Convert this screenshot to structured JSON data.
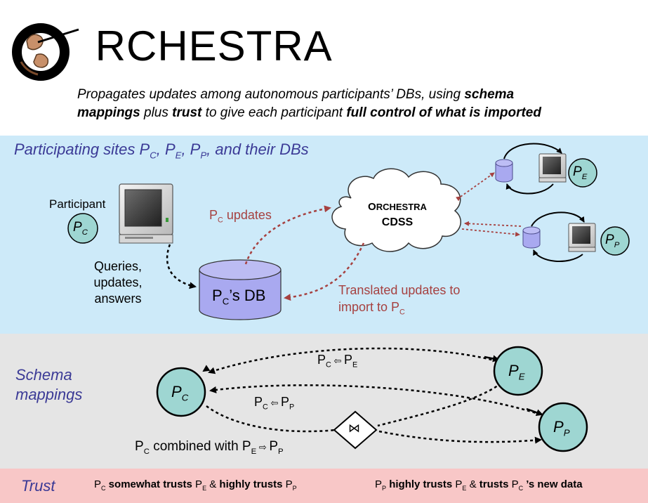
{
  "header": {
    "logo_initial": "O",
    "logo_rest": "RCHESTRA",
    "tagline_line1_a": "Propagates updates among autonomous participants’ DBs, using ",
    "tagline_line1_b": "schema",
    "tagline_line2_a": "mappings",
    "tagline_line2_b": " plus ",
    "tagline_line2_c": "trust",
    "tagline_line2_d": " to give each participant ",
    "tagline_line2_e": "full control of what is imported"
  },
  "sites_section": {
    "heading_a": "Participating sites P",
    "heading_sub_c": "C",
    "heading_b": ", P",
    "heading_sub_e": "E",
    "heading_c": ", P",
    "heading_sub_p": "P",
    "heading_d": ", and their DBs",
    "participant_label": "Participant",
    "pc_node": "P",
    "pc_node_sub": "C",
    "pe_node": "P",
    "pe_node_sub": "E",
    "pp_node": "P",
    "pp_node_sub": "P",
    "queries_line1": "Queries,",
    "queries_line2": "updates,",
    "queries_line3": "answers",
    "db_label_a": "P",
    "db_label_sub": "C",
    "db_label_b": "’s DB",
    "updates_label_a": "P",
    "updates_label_sub": "C",
    "updates_label_b": " updates",
    "cdss_line1_initial": "O",
    "cdss_line1_rest": "RCHESTRA",
    "cdss_line2": "CDSS",
    "translated_line1": "Translated updates to",
    "translated_line2_a": "import to P",
    "translated_line2_sub": "C"
  },
  "schema_section": {
    "heading_line1": "Schema",
    "heading_line2": "mappings",
    "pc_node": "P",
    "pc_node_sub": "C",
    "pe_node": "P",
    "pe_node_sub": "E",
    "pp_node": "P",
    "pp_node_sub": "P",
    "map1_a": "P",
    "map1_sub1": "C",
    "map1_arrow": " ⇦ ",
    "map1_b": "P",
    "map1_sub2": "E",
    "map2_a": "P",
    "map2_sub1": "C",
    "map2_arrow": " ⇦ ",
    "map2_b": "P",
    "map2_sub2": "P",
    "combined_a": "P",
    "combined_sub1": "C",
    "combined_b": " combined with P",
    "combined_sub2": "E",
    "combined_arrow": " ⇨ ",
    "combined_c": "P",
    "combined_sub3": "P",
    "join_symbol": "⋈"
  },
  "trust_section": {
    "heading": "Trust",
    "t1_a": "P",
    "t1_sub1": "C",
    "t1_b": " somewhat trusts ",
    "t1_c": "P",
    "t1_sub2": "E",
    "t1_d": " & ",
    "t1_e": "highly trusts ",
    "t1_f": "P",
    "t1_sub3": "P",
    "t2_a": "P",
    "t2_sub1": "P",
    "t2_b": " highly trusts ",
    "t2_c": "P",
    "t2_sub2": "E",
    "t2_d": " & ",
    "t2_e": "trusts ",
    "t2_f": "P",
    "t2_sub3": "C",
    "t2_g": " ’s new data"
  },
  "colors": {
    "sites_band": "#cdeaf9",
    "schema_band": "#e5e5e5",
    "trust_band": "#f8c7c7",
    "node_fill": "#9ed6d2",
    "db_fill": "#a9a9f0",
    "heading_color": "#3b3a96",
    "update_arrow": "#a64140"
  }
}
